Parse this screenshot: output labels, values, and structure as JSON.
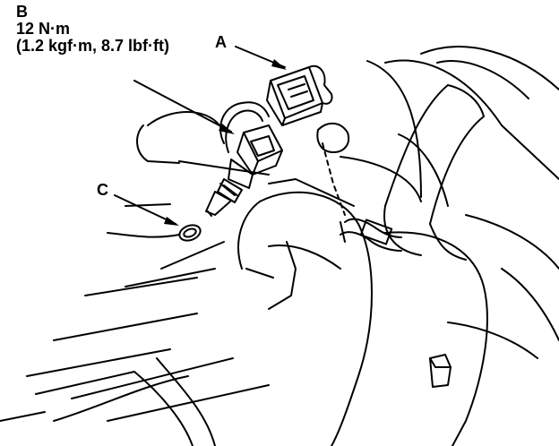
{
  "callouts": {
    "b_letter": "B",
    "b_torque_nm": "12 N·m",
    "b_torque_alt": "(1.2 kgf·m, 8.7 lbf·ft)",
    "a_letter": "A",
    "c_letter": "C"
  },
  "colors": {
    "ink": "#000000",
    "paper": "#ffffff"
  }
}
